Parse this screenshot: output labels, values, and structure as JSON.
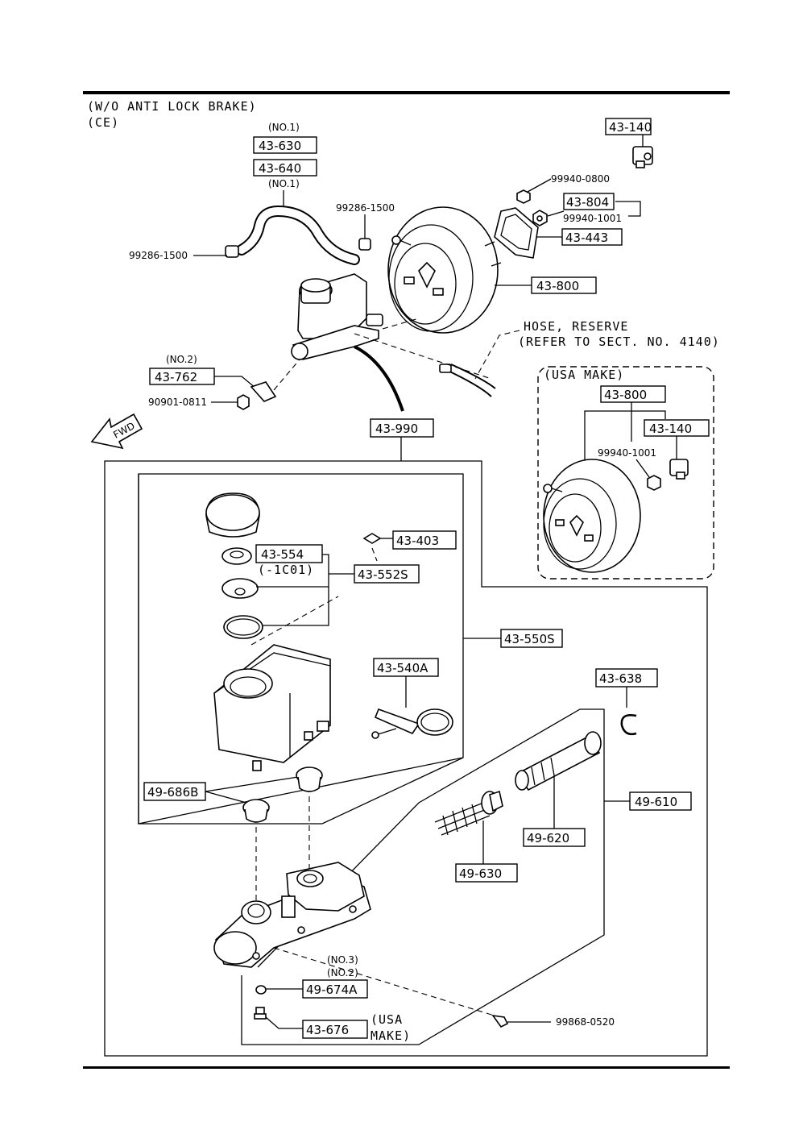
{
  "header": {
    "line1": "(W/O ANTI LOCK BRAKE)",
    "line2": "(CE)"
  },
  "callouts": {
    "c43_630": "43-630",
    "c43_630_note": "(NO.1)",
    "c43_640": "43-640",
    "c43_640_note": "(NO.1)",
    "c43_140": "43-140",
    "c99940_0800": "99940-0800",
    "c43_804": "43-804",
    "c99940_1001": "99940-1001",
    "c43_443": "43-443",
    "c99286_1500_top": "99286-1500",
    "c99286_1500_left": "99286-1500",
    "c43_800": "43-800",
    "hose_line1": "HOSE, RESERVE",
    "hose_line2": "(REFER TO SECT. NO. 4140)",
    "c43_762_note": "(NO.2)",
    "c43_762": "43-762",
    "c90901_0811": "90901-0811",
    "fwd": "FWD",
    "c43_990": "43-990",
    "usa_make_title": "(USA MAKE)",
    "usa_43_800": "43-800",
    "usa_43_140": "43-140",
    "usa_99940_1001": "99940-1001",
    "c43_403": "43-403",
    "c43_554": "43-554",
    "c43_554_note": "(-1C01)",
    "c43_552S": "43-552S",
    "c43_550S": "43-550S",
    "c43_540A": "43-540A",
    "c43_638": "43-638",
    "c49_686B": "49-686B",
    "c49_610": "49-610",
    "c49_620": "49-620",
    "c49_630": "49-630",
    "c49_674A_note1": "(NO.3)",
    "c49_674A_note2": "(NO.2)",
    "c49_674A": "49-674A",
    "c43_676": "43-676",
    "c43_676_note1": "(USA",
    "c43_676_note2": "MAKE)",
    "c99868_0520": "99868-0520"
  }
}
